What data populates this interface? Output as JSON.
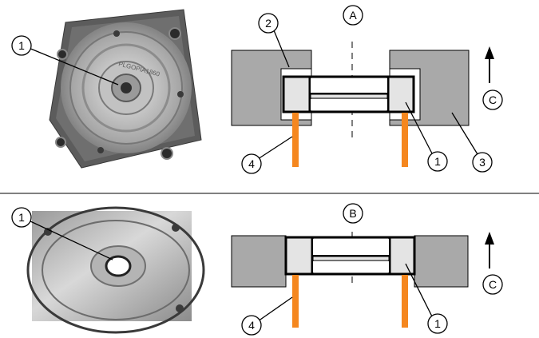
{
  "top": {
    "section_label": "A",
    "photo_callouts": [
      "1"
    ],
    "diagram_callouts": [
      "2",
      "4",
      "1",
      "3"
    ],
    "direction_label": "C"
  },
  "bottom": {
    "section_label": "B",
    "photo_callouts": [
      "1"
    ],
    "diagram_callouts": [
      "4",
      "1"
    ],
    "direction_label": "C"
  },
  "colors": {
    "housing_gray": "#a9a9a9",
    "bearing_fill": "#e4e4e4",
    "tool_orange": "#f5871f",
    "outline": "#000000"
  }
}
